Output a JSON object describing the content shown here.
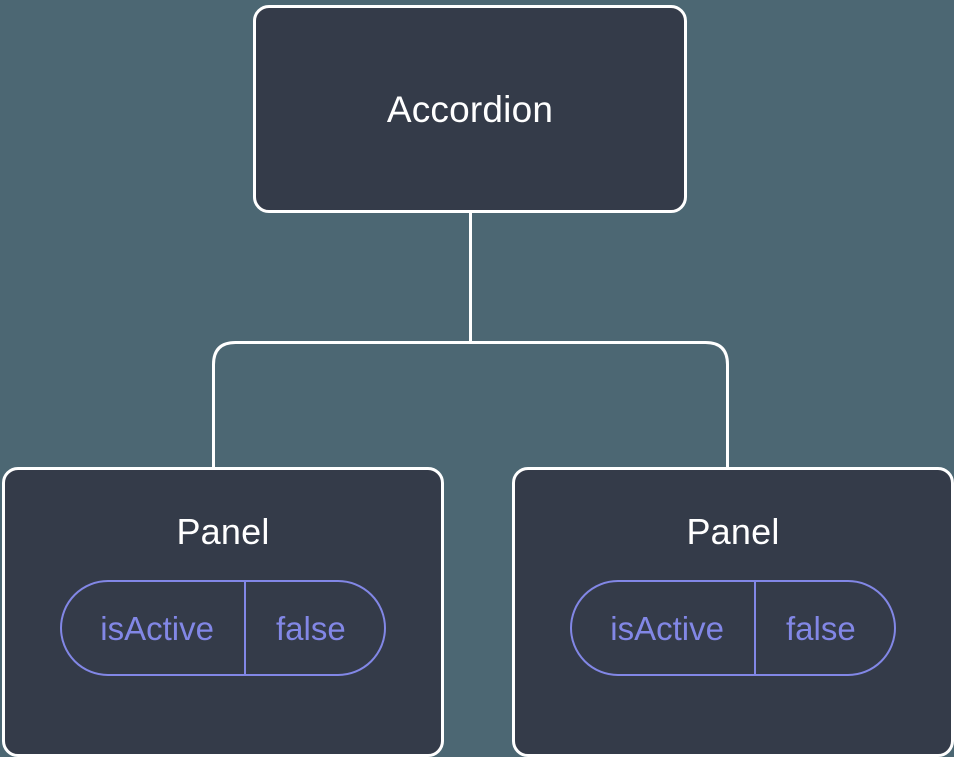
{
  "diagram": {
    "type": "component-tree",
    "background_color": "#4c6773",
    "node_fill_color": "#343b49",
    "node_border_color": "#ffffff",
    "connector_color": "#ffffff",
    "accent_color": "#8287e6",
    "title_text_color": "#ffffff"
  },
  "root": {
    "label": "Accordion"
  },
  "children": [
    {
      "label": "Panel",
      "state": {
        "key": "isActive",
        "value": "false"
      }
    },
    {
      "label": "Panel",
      "state": {
        "key": "isActive",
        "value": "false"
      }
    }
  ]
}
